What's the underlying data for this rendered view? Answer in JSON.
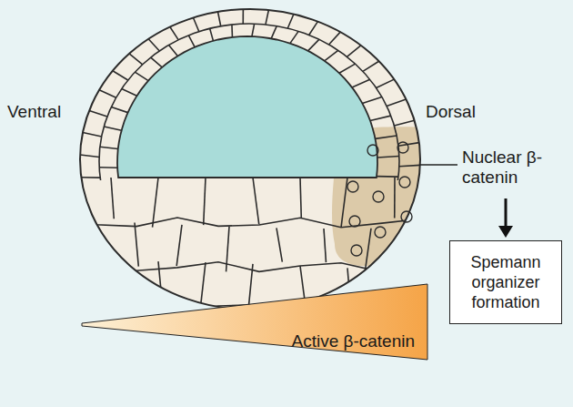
{
  "diagram": {
    "nodes": [
      {
        "text": [
          "Spemann organizer formation"
        ]
      },
      {
        "text": [
          "Active β-catenin"
        ]
      }
    ],
    "labels": [
      "Ventral",
      "Dorsal",
      "Nuclear β-catenin"
    ]
  }
}
